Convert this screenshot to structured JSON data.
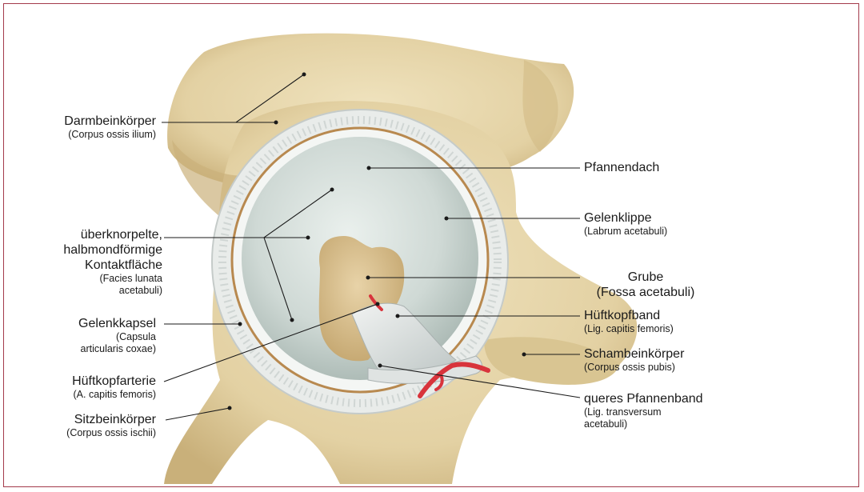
{
  "labels": {
    "darmbein": {
      "main": "Darmbeinkörper",
      "sub": "(Corpus ossis ilium)"
    },
    "knorpel": {
      "main_lines": [
        "überknorpelte,",
        "halbmondförmige",
        "Kontaktfläche"
      ],
      "sub_lines": [
        "(Facies lunata",
        "acetabuli)"
      ]
    },
    "kapsel": {
      "main": "Gelenkkapsel",
      "sub_lines": [
        "(Capsula",
        "articularis coxae)"
      ]
    },
    "arterie": {
      "main": "Hüftkopfarterie",
      "sub": "(A. capitis femoris)"
    },
    "sitzbein": {
      "main": "Sitzbeinkörper",
      "sub": "(Corpus ossis ischii)"
    },
    "pfannendach": {
      "main": "Pfannendach"
    },
    "gelenklippe": {
      "main": "Gelenklippe",
      "sub": "(Labrum acetabuli)"
    },
    "grube": {
      "main": "Grube",
      "sub": "(Fossa acetabuli)"
    },
    "hueftkopfband": {
      "main": "Hüftkopfband",
      "sub": "(Lig. capitis femoris)"
    },
    "schambein": {
      "main": "Schambeinkörper",
      "sub": "(Corpus ossis pubis)"
    },
    "queres": {
      "main": "queres Pfannenband",
      "sub_lines": [
        "(Lig. transversum",
        "acetabuli)"
      ]
    }
  },
  "colors": {
    "bone": "#e6d6ad",
    "cartilage": "#c9d3d0",
    "labrum": "#f2f4f1",
    "ligament": "#dfe3e3",
    "artery": "#d8343c",
    "frame": "#a33a4a"
  }
}
